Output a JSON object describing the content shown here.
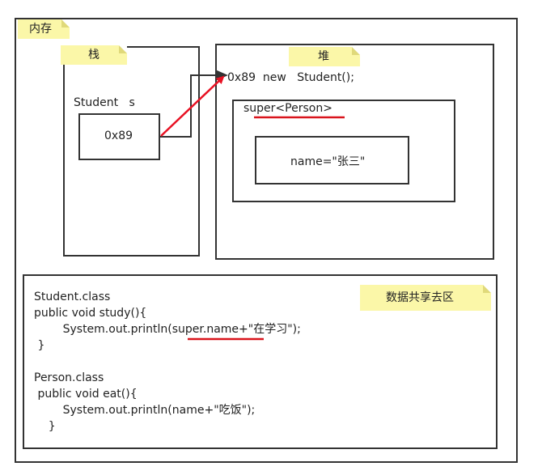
{
  "memory": {
    "label": "内存"
  },
  "stack": {
    "label": "栈",
    "var_decl": "Student   s",
    "ref_value": "0x89"
  },
  "heap": {
    "label": "堆",
    "object_line": "0x89  new   Student();",
    "super_label": "super<Person>",
    "field": "name=\"张三\""
  },
  "method_area": {
    "label": "数据共享去区",
    "lines": [
      "Student.class",
      "public void study(){",
      "        System.out.println(super.name+\"在学习\");",
      " }",
      "",
      "Person.class",
      " public void eat(){",
      "        System.out.println(name+\"吃饭\");",
      "    }"
    ]
  },
  "colors": {
    "arrow_red": "#e81123",
    "underline_red": "#d9141c",
    "note_yellow": "#fbf7a8",
    "line": "#333333"
  }
}
